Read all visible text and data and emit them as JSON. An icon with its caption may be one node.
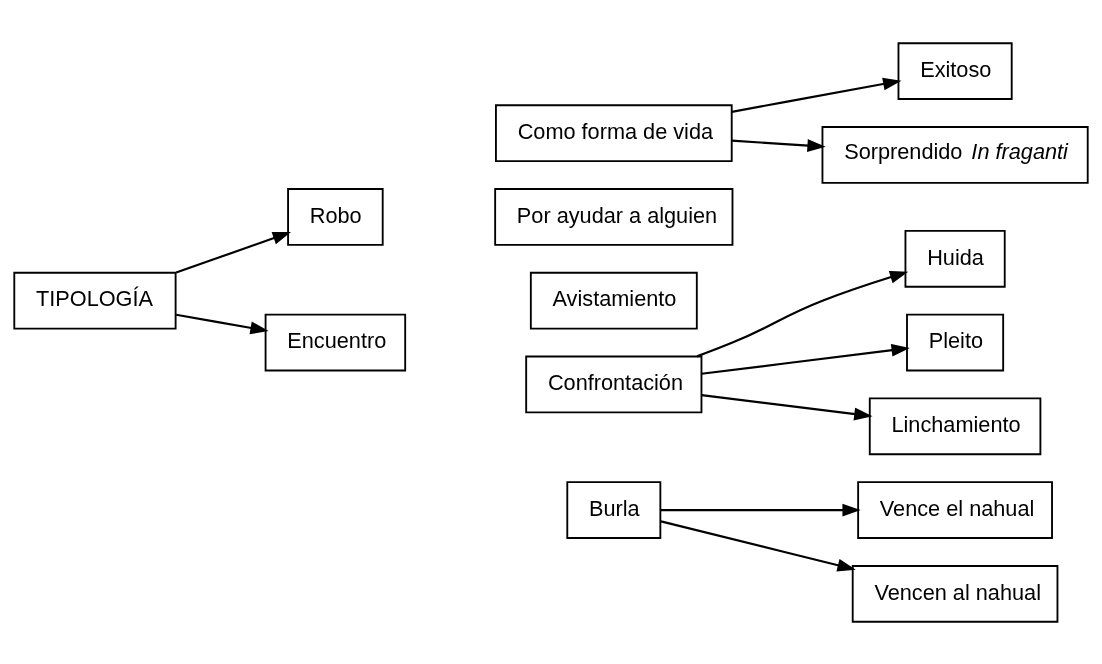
{
  "diagram": {
    "nodes": [
      {
        "text": [
          "TIPOLOGÍA"
        ]
      },
      {
        "text": [
          "Robo"
        ]
      },
      {
        "text": [
          "Como forma de vida"
        ]
      },
      {
        "text": [
          "Por ayudar a alguien"
        ]
      },
      {
        "text": [
          "Exitoso"
        ]
      },
      {
        "text": [
          "Sorprendido *In fraganti*"
        ]
      },
      {
        "text": [
          "Encuentro"
        ]
      },
      {
        "text": [
          "Avistamiento"
        ]
      },
      {
        "text": [
          "Confrontación"
        ]
      },
      {
        "text": [
          "Burla"
        ]
      },
      {
        "text": [
          "Huida"
        ]
      },
      {
        "text": [
          "Pleito"
        ]
      },
      {
        "text": [
          "Linchamiento"
        ]
      },
      {
        "text": [
          "Vence el nahual"
        ]
      },
      {
        "text": [
          "Vencen al nahual"
        ]
      }
    ],
    "edges": [
      {
        "from": 0,
        "to": 1,
        "arrow": "to"
      },
      {
        "from": 0,
        "to": 6,
        "arrow": "to"
      },
      {
        "from": 2,
        "to": 4,
        "arrow": "to"
      },
      {
        "from": 2,
        "to": 5,
        "arrow": "to"
      },
      {
        "from": 8,
        "to": 10,
        "arrow": "to"
      },
      {
        "from": 8,
        "to": 11,
        "arrow": "to"
      },
      {
        "from": 8,
        "to": 12,
        "arrow": "to"
      },
      {
        "from": 9,
        "to": 13,
        "arrow": "to"
      },
      {
        "from": 9,
        "to": 14,
        "arrow": "to"
      }
    ]
  }
}
